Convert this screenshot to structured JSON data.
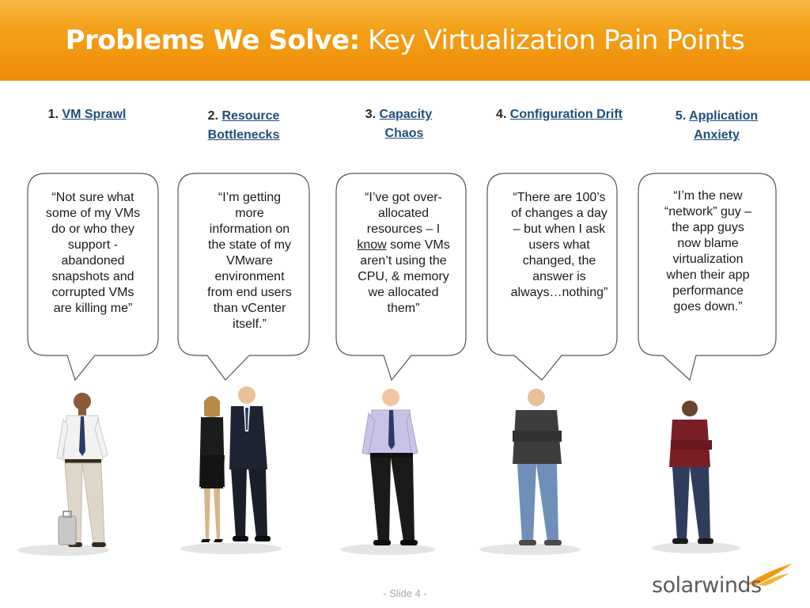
{
  "slide": {
    "title_bold": "Problems We Solve:",
    "title_rest": " Key Virtualization Pain Points",
    "footer": "- Slide 4 -",
    "brand": "solarwinds"
  },
  "colors": {
    "header": "#f39a12",
    "link": "#1f4e79",
    "logo_orange": "#f39a12",
    "logo_gray": "#5b5b5b"
  },
  "points": [
    {
      "num": "1. ",
      "link": "VM Sprawl",
      "link2": ""
    },
    {
      "num": "2. ",
      "link": "Resource",
      "link2": "Bottlenecks"
    },
    {
      "num": "3. ",
      "link": "Capacity",
      "link2": "Chaos"
    },
    {
      "num": "4. ",
      "link": "Configuration Drift",
      "link2": ""
    },
    {
      "num": "5. ",
      "link": "Application",
      "link2": "Anxiety"
    }
  ],
  "quotes": [
    {
      "lines": [
        "“Not sure what",
        "some of my VMs",
        "do or who they",
        "support -",
        "abandoned",
        "snapshots and",
        "corrupted VMs",
        "are killing me”"
      ]
    },
    {
      "lines": [
        "“I’m getting",
        "more",
        "information on",
        "the state of my",
        "VMware",
        "environment",
        "from end users",
        "than vCenter",
        "itself.”"
      ]
    },
    {
      "lines": [
        "“I’ve got over-",
        "allocated",
        "resources – I"
      ],
      "underlined": "know",
      "after_underlined": " some VMs",
      "rest": [
        "aren’t using the",
        "CPU, & memory",
        "we allocated",
        "them”"
      ]
    },
    {
      "lines": [
        "“There are 100’s",
        "of changes a day",
        "– but when I ask",
        "users what",
        "changed, the",
        "answer is",
        "always…nothing”"
      ]
    },
    {
      "lines": [
        "“I’m the new",
        "“network” guy –",
        "the app guys",
        "now blame",
        "virtualization",
        "when their app",
        "performance",
        "goes down.”"
      ]
    }
  ]
}
